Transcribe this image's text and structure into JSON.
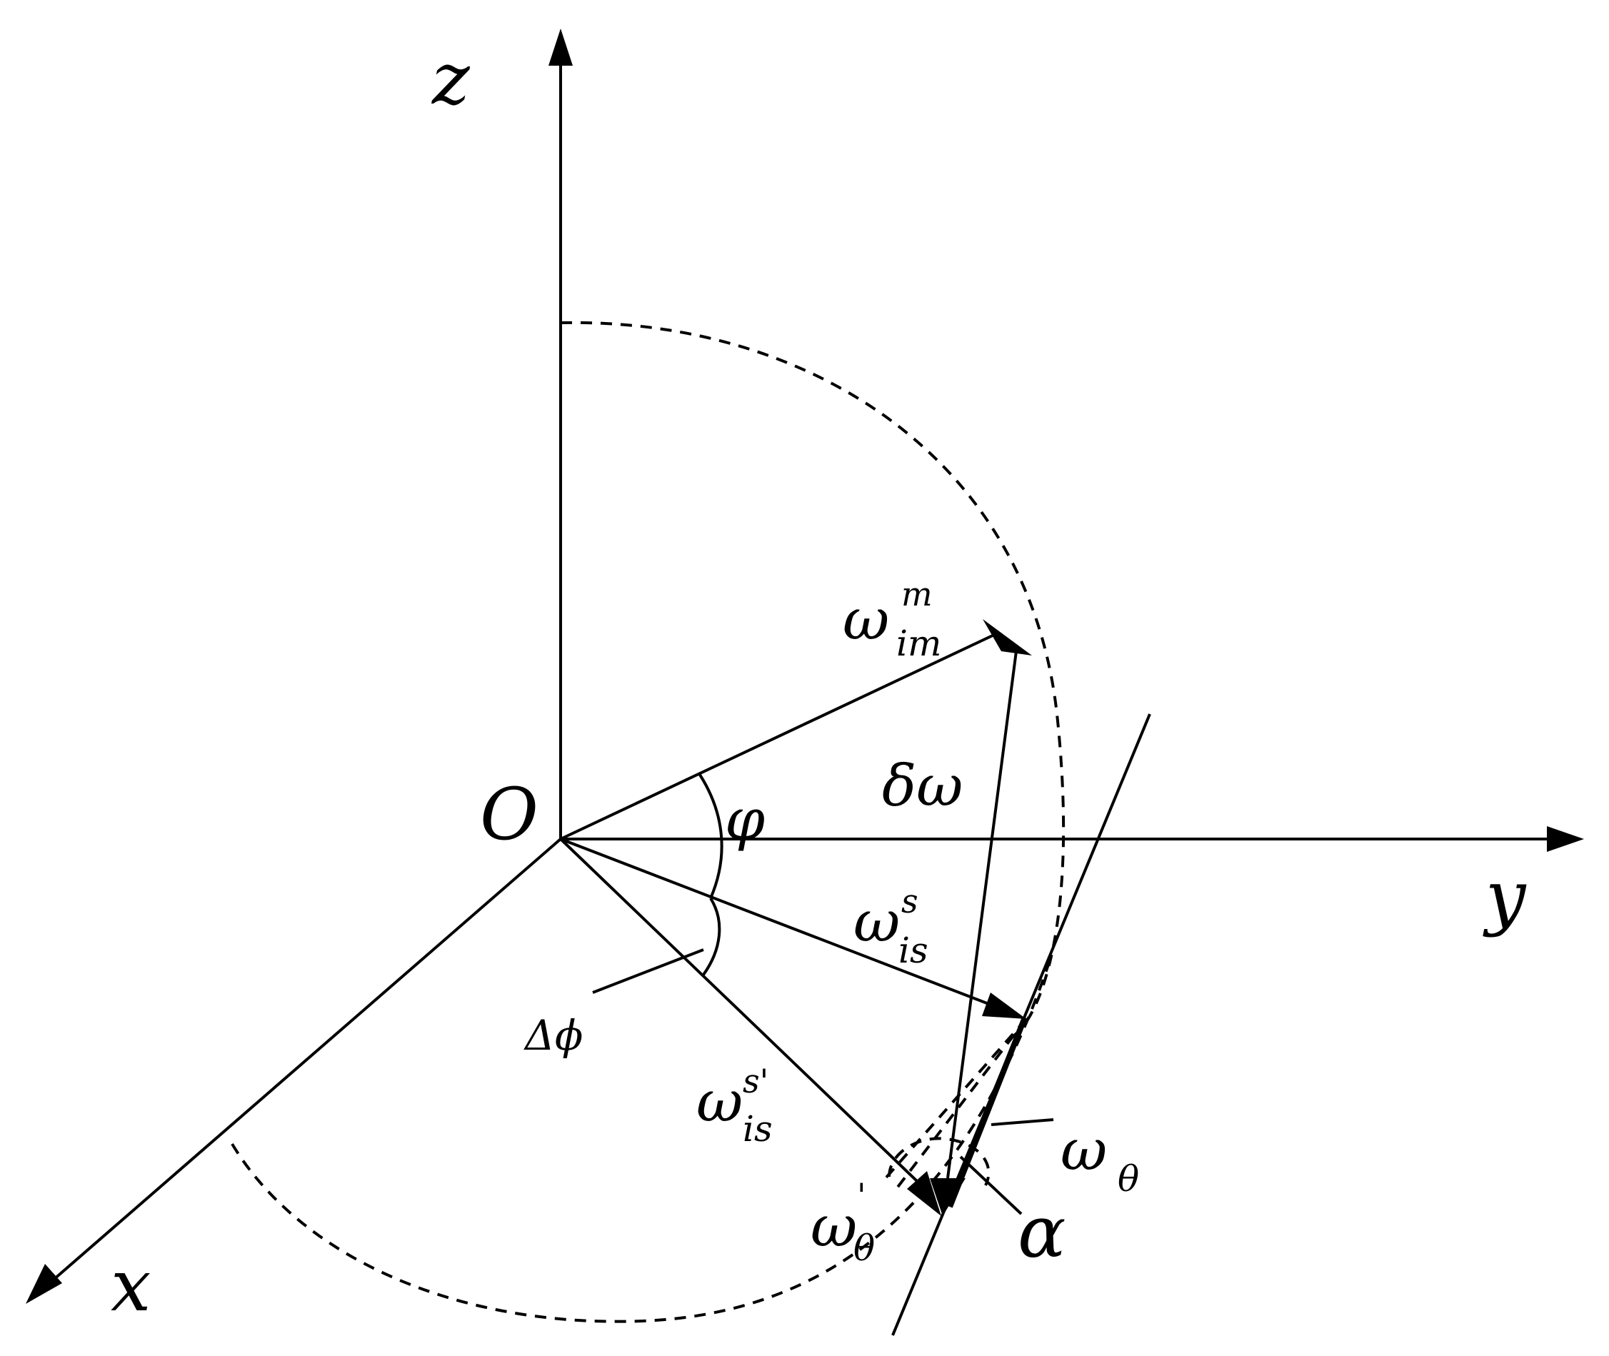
{
  "axes": {
    "z": "z",
    "y": "y",
    "x": "x",
    "origin": "O"
  },
  "vectors": {
    "omega_im": {
      "base": "ω",
      "sub": "im",
      "sup": "m"
    },
    "omega_is": {
      "base": "ω",
      "sub": "is",
      "sup": "s"
    },
    "omega_is_prime": {
      "base": "ω",
      "sub": "is",
      "sup": "s'"
    },
    "delta_omega": "δω",
    "omega_theta": {
      "base": "ω",
      "sub": "θ"
    },
    "omega_theta_prime": {
      "base": "ω",
      "sub": "θ",
      "sup": "'"
    }
  },
  "angles": {
    "phi": "φ",
    "delta_phi": "Δϕ",
    "alpha": "α"
  }
}
